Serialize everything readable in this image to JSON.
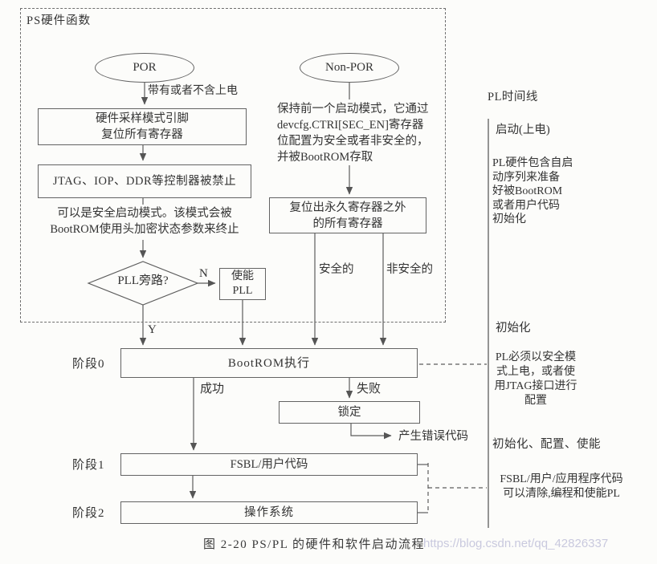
{
  "colors": {
    "line": "#5c5c5c",
    "box_border": "#636363",
    "text": "#333333",
    "watermark": "#c9c9de",
    "background": "#fcfcfa"
  },
  "ps_region": {
    "title": "PS硬件函数"
  },
  "flow": {
    "por": "POR",
    "non_por": "Non-POR",
    "por_edge_label": "带有或者不含上电",
    "hw_sample": "硬件采样模式引脚\n复位所有寄存器",
    "jtag_disable": "JTAG、IOP、DDR等控制器被禁止",
    "secure_note": "可以是安全启动模式。该模式会被\nBootROM使用头加密状态参数来终止",
    "pll_bypass": "PLL旁路?",
    "n_label": "N",
    "y_label": "Y",
    "enable_pll": "使能\nPLL",
    "non_por_note": "保持前一个启动模式，它通过\ndevcfg.CTRI[SEC_EN]寄存器\n位配置为安全或者非安全的，\n并被BootROM存取",
    "reset_regs": "复位出永久寄存器之外\n的所有寄存器",
    "secure_label": "安全的",
    "nonsecure_label": "非安全的",
    "stage0": "阶段0",
    "bootrom": "BootROM执行",
    "success": "成功",
    "fail": "失败",
    "lockdown": "锁定",
    "error_code": "产生错误代码",
    "stage1": "阶段1",
    "fsbl": "FSBL/用户代码",
    "stage2": "阶段2",
    "os": "操作系统"
  },
  "timeline": {
    "title": "PL时间线",
    "boot": "启动(上电)",
    "note_boot": "PL硬件包含自启\n动序列来准备\n好被BootROM\n或者用户代码\n初始化",
    "init": "初始化",
    "note_secure": "PL必须以安全模\n式上电，或者使\n用JTAG接口进行\n配置",
    "init_cfg_enable": "初始化、配置、使能",
    "note_fsbl": "FSBL/用户/应用程序代码\n可以清除,编程和使能PL"
  },
  "caption": "图 2-20  PS/PL 的硬件和软件启动流程",
  "watermark": "https://blog.csdn.net/qq_42826337"
}
